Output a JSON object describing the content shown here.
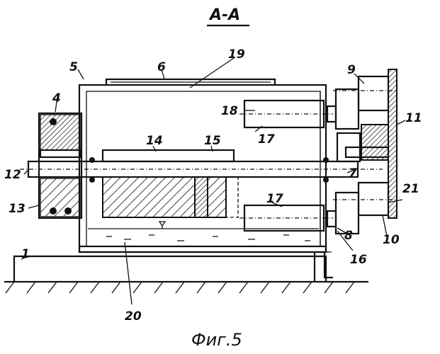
{
  "title": "A-A",
  "caption": "Фиг.5",
  "labels": {
    "l1": "1",
    "l4": "4",
    "l5": "5",
    "l6": "6",
    "l7": "7",
    "l8": "8",
    "l9": "9",
    "l10": "10",
    "l11": "11",
    "l12": "12",
    "l13": "13",
    "l14": "14",
    "l15": "15",
    "l16": "16",
    "l17a": "17",
    "l17b": "17",
    "l18": "18",
    "l19": "19",
    "l20": "20",
    "l21": "21"
  },
  "colors": {
    "ink": "#111111",
    "paper": "#ffffff"
  }
}
